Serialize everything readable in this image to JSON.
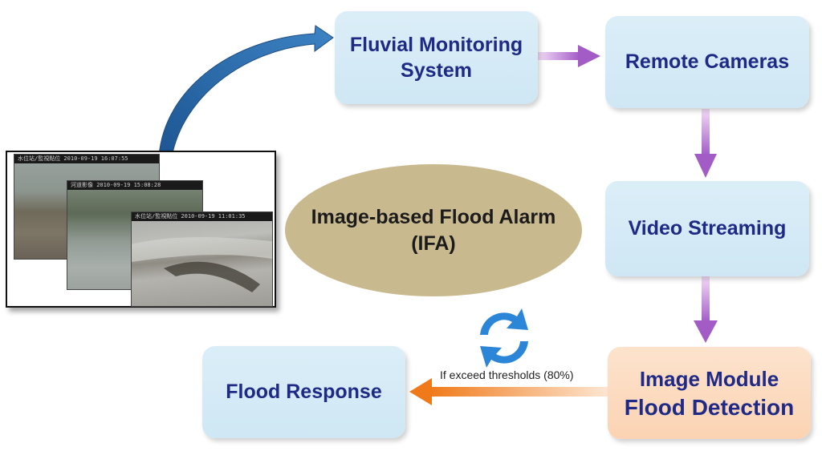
{
  "boxes": {
    "fluvial_line1": "Fluvial Monitoring",
    "fluvial_line2": "System",
    "remote_cameras": "Remote Cameras",
    "video_streaming": "Video Streaming",
    "image_module_line1": "Image Module",
    "image_module_line2": "Flood Detection",
    "flood_response": "Flood Response"
  },
  "center": {
    "line1": "Image-based Flood Alarm",
    "line2": "(IFA)"
  },
  "threshold_label": "If exceed thresholds (80%)",
  "camera_photos": [
    {
      "caption": "水位站/監視點位 2010-09-19 16:07:55"
    },
    {
      "caption": "河道影像 2010-09-19 15:08:28"
    },
    {
      "caption": "水位站/監視點位 2010-09-19 11:01:35"
    }
  ],
  "icons": {
    "refresh": "refresh-icon"
  },
  "colors": {
    "box_blue": "#d6ecf7",
    "box_orange": "#fcd9bd",
    "box_text": "#1f2a86",
    "ellipse": "#c9b98f",
    "arrow_purple": "#a35cc6",
    "arrow_orange": "#f07a1a",
    "curved_arrow": "#2e6fb0",
    "refresh_blue": "#2b86d8"
  }
}
